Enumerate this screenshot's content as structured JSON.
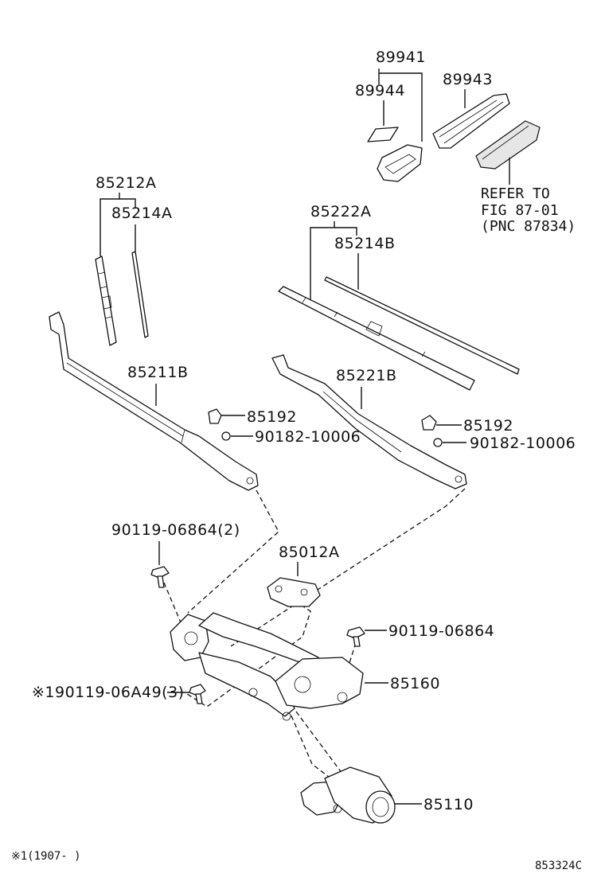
{
  "labels": {
    "p89941": "89941",
    "p89944": "89944",
    "p89943": "89943",
    "refer1": "REFER TO",
    "refer2": "FIG 87-01",
    "refer3": "(PNC 87834)",
    "p85212A": "85212A",
    "p85214A": "85214A",
    "p85222A": "85222A",
    "p85214B": "85214B",
    "p85211B": "85211B",
    "p85221B": "85221B",
    "p85192_left": "85192",
    "p85192_right": "85192",
    "p90182_left": "90182-10006",
    "p90182_right": "90182-10006",
    "p90119_06864_2": "90119-06864(2)",
    "p85012A": "85012A",
    "p90119_06864": "90119-06864",
    "p85160": "85160",
    "p90119_06A49": "※190119-06A49(3)",
    "p85110": "85110",
    "footnote": "※1(1907-      )",
    "figure_code": "853324C"
  }
}
